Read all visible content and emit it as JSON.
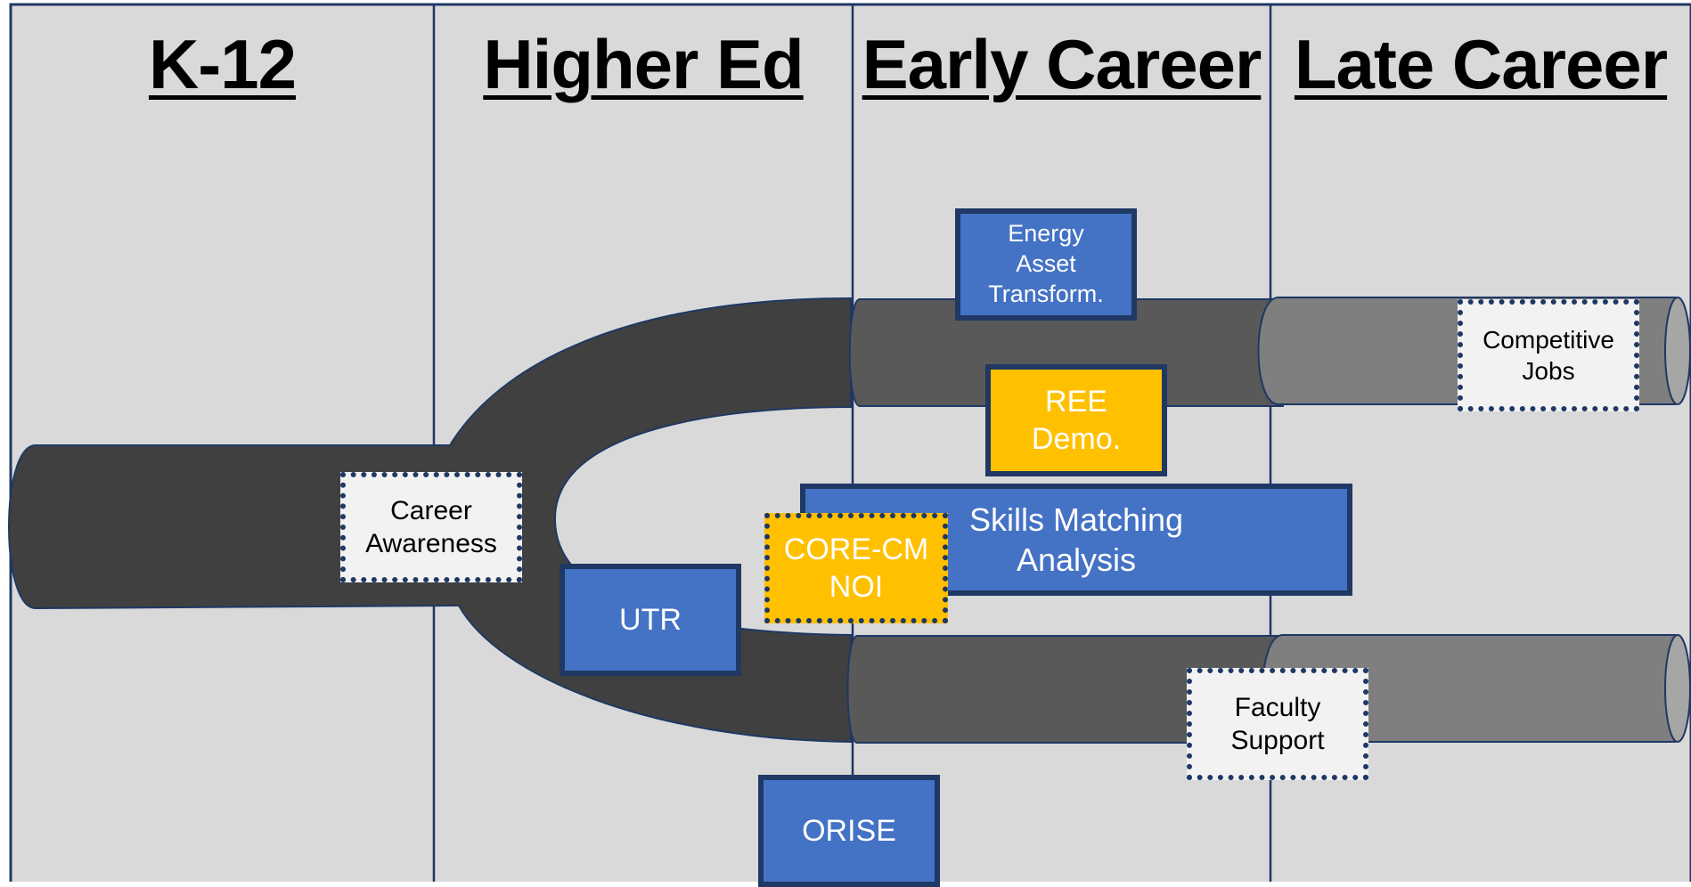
{
  "columns": [
    {
      "title": "K-12"
    },
    {
      "title": "Higher Ed"
    },
    {
      "title": "Early Career"
    },
    {
      "title": "Late Career"
    }
  ],
  "programs": {
    "energy_asset": {
      "label": "Energy\nAsset\nTransform."
    },
    "ree_demo": {
      "label": "REE\nDemo."
    },
    "skills_matching": {
      "label": "Skills Matching\nAnalysis"
    },
    "core_cm": {
      "label": "CORE-CM\nNOI"
    },
    "utr": {
      "label": "UTR"
    },
    "orise": {
      "label": "ORISE"
    },
    "career_awareness": {
      "label": "Career\nAwareness"
    },
    "competitive_jobs": {
      "label": "Competitive\nJobs"
    },
    "faculty_support": {
      "label": "Faculty\nSupport"
    }
  },
  "colors": {
    "background": "#D9D9D9",
    "pipe_dark": "#404040",
    "pipe_mid": "#595959",
    "pipe_light": "#7F7F7F",
    "pipe_end": "#A6A6A6",
    "outline": "#1F3864",
    "blue_box": "#4472C4",
    "gold_box": "#FFC000",
    "white_box": "#F2F2F2"
  }
}
